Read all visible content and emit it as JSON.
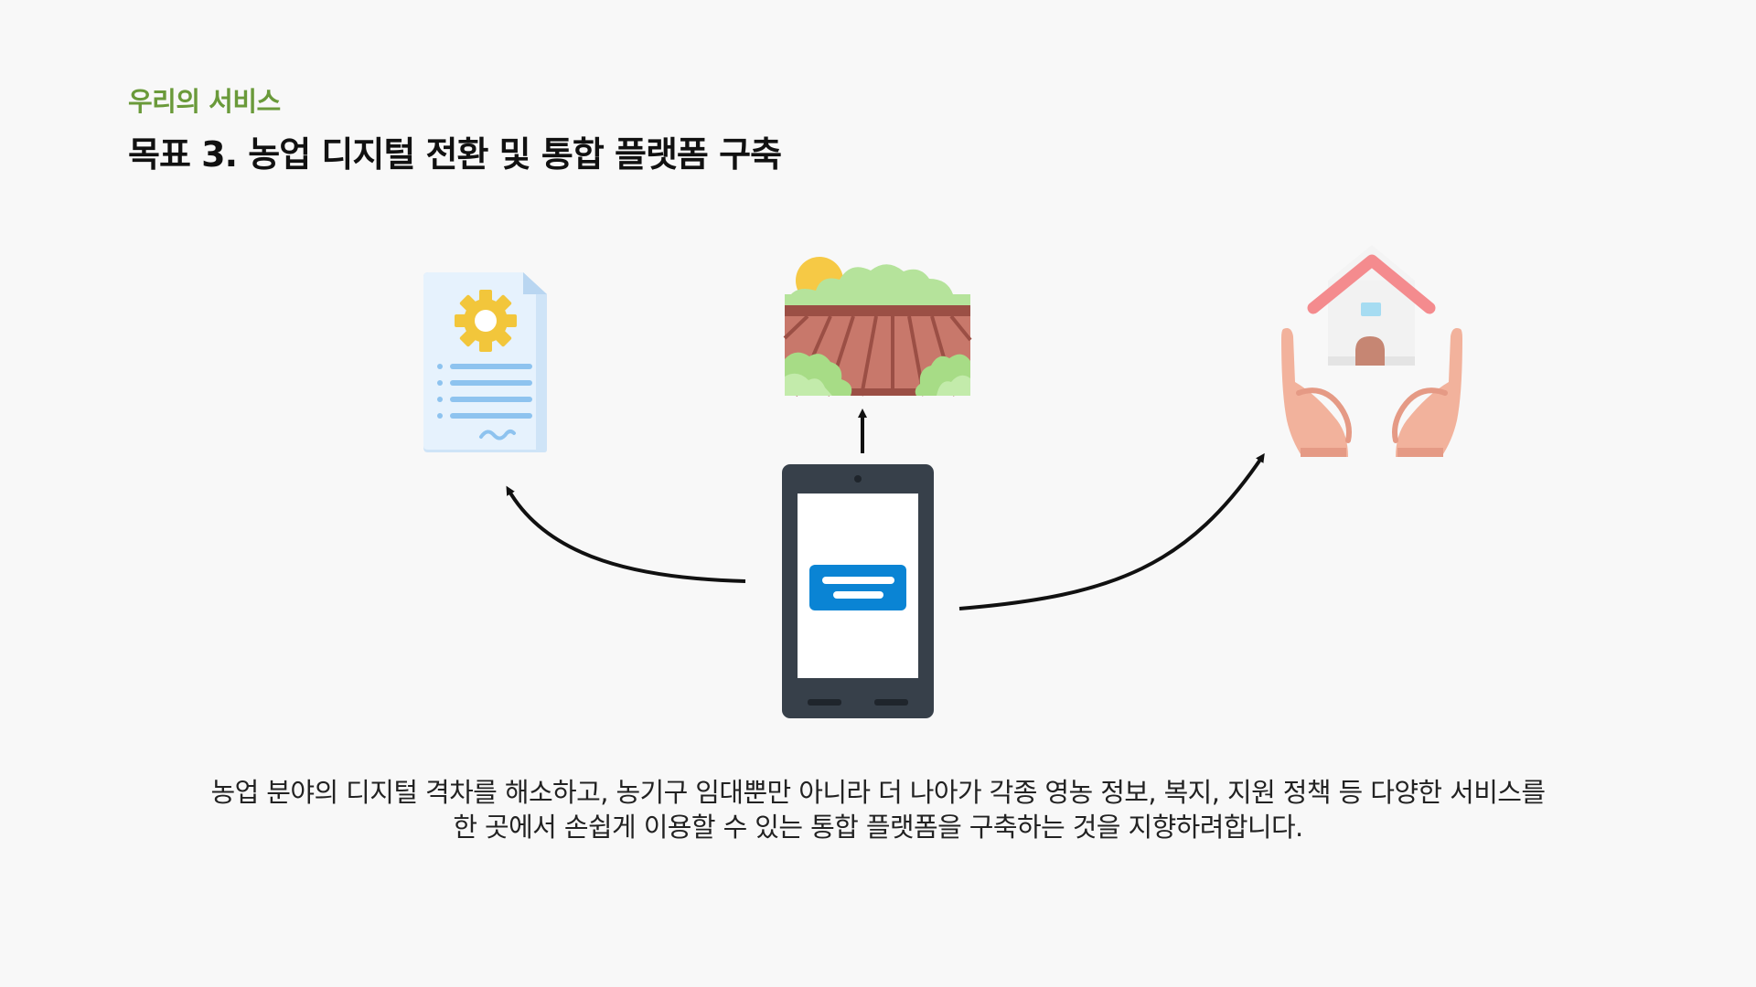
{
  "header": {
    "eyebrow": "우리의 서비스",
    "title": "목표 3. 농업 디지털 전환 및 통합 플랫폼 구축"
  },
  "diagram": {
    "center": "smartphone-icon",
    "targets": [
      "document-gear-icon",
      "farm-field-icon",
      "home-in-hands-icon"
    ]
  },
  "description": {
    "line1": "농업 분야의 디지털 격차를 해소하고, 농기구 임대뿐만 아니라 더 나아가 각종 영농 정보, 복지, 지원 정책 등 다양한 서비스를",
    "line2": "한 곳에서 손쉽게 이용할 수 있는 통합 플랫폼을 구축하는 것을 지향하려합니다."
  },
  "colors": {
    "accent": "#6a9a3a",
    "phone": "#37404a",
    "message": "#0a84d4"
  }
}
